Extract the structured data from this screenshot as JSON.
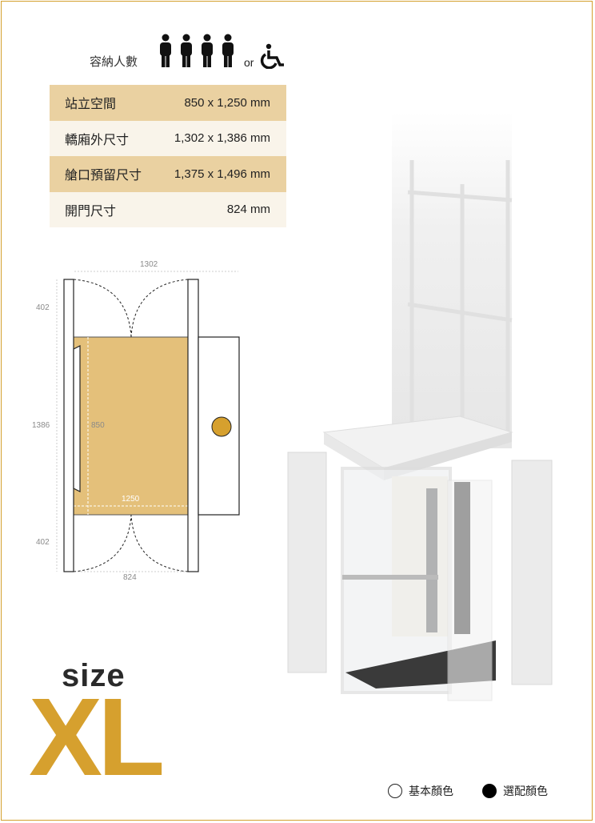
{
  "capacity": {
    "label": "容納人數",
    "person_icon_count": 4,
    "or_label": "or",
    "icons": [
      "person-icon",
      "wheelchair-icon"
    ]
  },
  "specs": [
    {
      "label": "站立空間",
      "value": "850 x 1,250 mm"
    },
    {
      "label": "轎廂外尺寸",
      "value": "1,302 x 1,386 mm"
    },
    {
      "label": "艙口預留尺寸",
      "value": "1,375 x 1,496 mm"
    },
    {
      "label": "開門尺寸",
      "value": "824 mm"
    }
  ],
  "plan": {
    "width_label": "1302",
    "top_clear_label": "402",
    "depth_label": "1386",
    "inner_depth_label": "850",
    "inner_width_label": "1250",
    "bottom_clear_label": "402",
    "door_label": "824"
  },
  "size": {
    "word": "size",
    "code": "XL"
  },
  "legend": [
    {
      "label": "基本顏色",
      "color": "#ffffff"
    },
    {
      "label": "選配顏色",
      "color": "#000000"
    }
  ],
  "colors": {
    "accent": "#d6a02e",
    "floor": "#e4c07a",
    "row_dark": "#ead1a1",
    "row_light": "#f9f4ea"
  }
}
